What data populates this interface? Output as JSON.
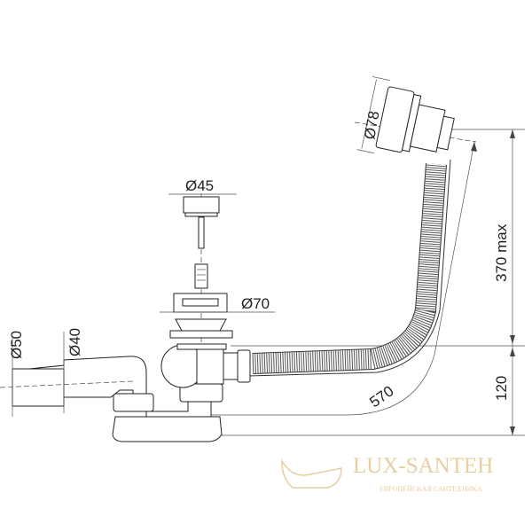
{
  "dimensions": {
    "stopper_diameter": "Ø45",
    "strainer_diameter": "Ø70",
    "overflow_diameter": "Ø78",
    "outlet_outer_diameter": "Ø50",
    "outlet_inner_diameter": "Ø40",
    "height_max": "370 max",
    "height_base": "120",
    "length": "570"
  },
  "watermark": {
    "brand": "LUX-SANTEH",
    "tagline": "ЕВРОПЕЙСКАЯ САНТЕХНИКА",
    "color": "#e6cfa0"
  }
}
